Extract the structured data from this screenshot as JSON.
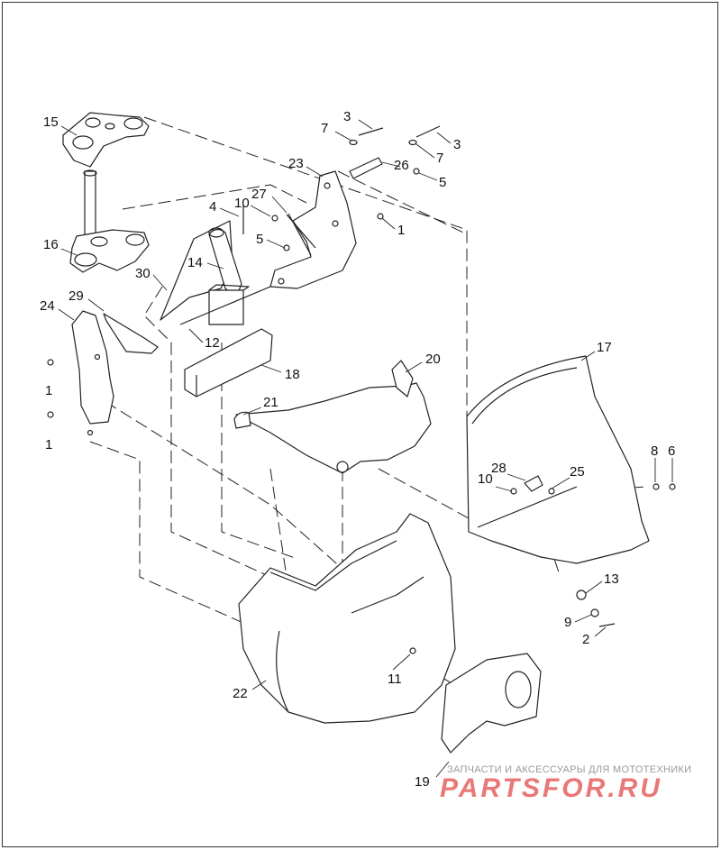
{
  "diagram": {
    "callouts": [
      {
        "id": "c15",
        "text": "15"
      },
      {
        "id": "c16",
        "text": "16"
      },
      {
        "id": "c30",
        "text": "30"
      },
      {
        "id": "c24",
        "text": "24"
      },
      {
        "id": "c29",
        "text": "29"
      },
      {
        "id": "c1a",
        "text": "1"
      },
      {
        "id": "c1b",
        "text": "1"
      },
      {
        "id": "c3a",
        "text": "3"
      },
      {
        "id": "c7a",
        "text": "7"
      },
      {
        "id": "c3b",
        "text": "3"
      },
      {
        "id": "c7b",
        "text": "7"
      },
      {
        "id": "c23",
        "text": "23"
      },
      {
        "id": "c26",
        "text": "26"
      },
      {
        "id": "c5a",
        "text": "5"
      },
      {
        "id": "c4",
        "text": "4"
      },
      {
        "id": "c10a",
        "text": "10"
      },
      {
        "id": "c27",
        "text": "27"
      },
      {
        "id": "c1c",
        "text": "1"
      },
      {
        "id": "c5b",
        "text": "5"
      },
      {
        "id": "c14",
        "text": "14"
      },
      {
        "id": "c12",
        "text": "12"
      },
      {
        "id": "c18",
        "text": "18"
      },
      {
        "id": "c20",
        "text": "20"
      },
      {
        "id": "c21",
        "text": "21"
      },
      {
        "id": "c17",
        "text": "17"
      },
      {
        "id": "c8",
        "text": "8"
      },
      {
        "id": "c6",
        "text": "6"
      },
      {
        "id": "c28",
        "text": "28"
      },
      {
        "id": "c10b",
        "text": "10"
      },
      {
        "id": "c25",
        "text": "25"
      },
      {
        "id": "c13",
        "text": "13"
      },
      {
        "id": "c9",
        "text": "9"
      },
      {
        "id": "c2",
        "text": "2"
      },
      {
        "id": "c11",
        "text": "11"
      },
      {
        "id": "c22",
        "text": "22"
      },
      {
        "id": "c19",
        "text": "19"
      }
    ]
  },
  "watermark": {
    "tagline": "ЗАПЧАСТИ И АКСЕССУАРЫ ДЛЯ МОТОТЕХНИКИ",
    "logo": "PARTSFOR.RU"
  }
}
